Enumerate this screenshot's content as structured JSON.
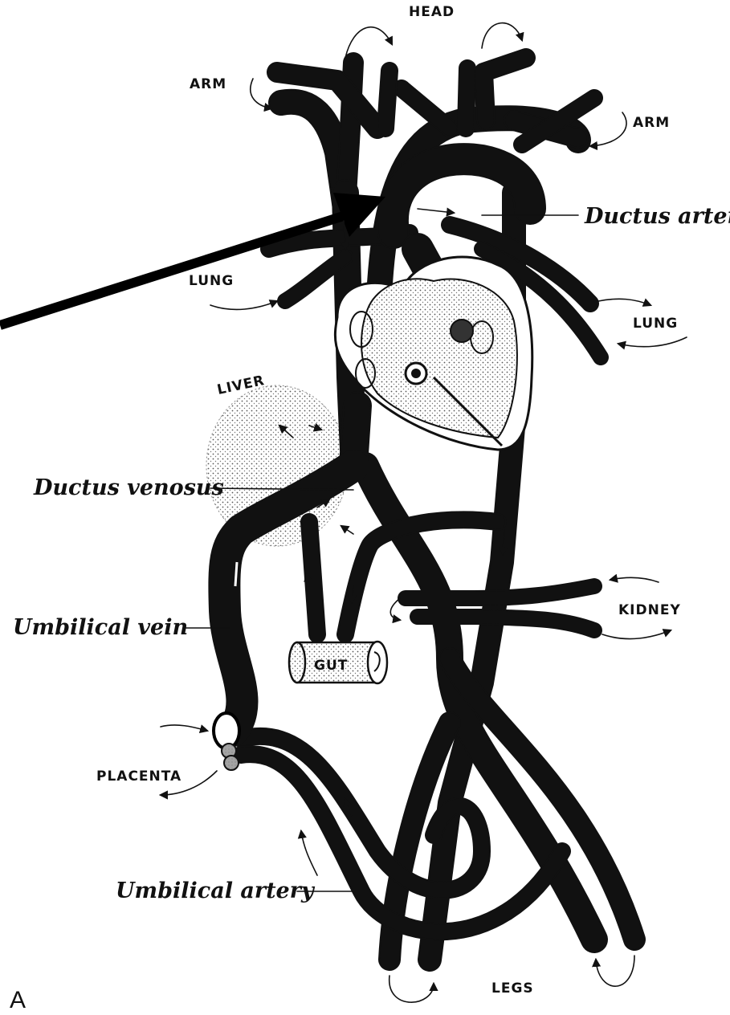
{
  "labels": {
    "head": "HEAD",
    "arm_left": "ARM",
    "arm_right": "ARM",
    "lung_left": "LUNG",
    "lung_right": "LUNG",
    "liver": "LIVER",
    "kidney": "KIDNEY",
    "gut": "GUT",
    "placenta": "PLACENTA",
    "legs": "LEGS",
    "ductus_arteriosus": "Ductus arter",
    "ductus_venosus": "Ductus venosus",
    "umbilical_vein": "Umbilical vein",
    "umbilical_artery": "Umbilical artery",
    "panel": "A"
  },
  "colors": {
    "vessel_grey": "#9a9a9a",
    "vessel_dark": "#3a3a3a",
    "umbilical_vein": "#0a0a0a",
    "outline": "#111111",
    "heart_fill": "#ffffff",
    "stipple": "#c8c8c8"
  }
}
